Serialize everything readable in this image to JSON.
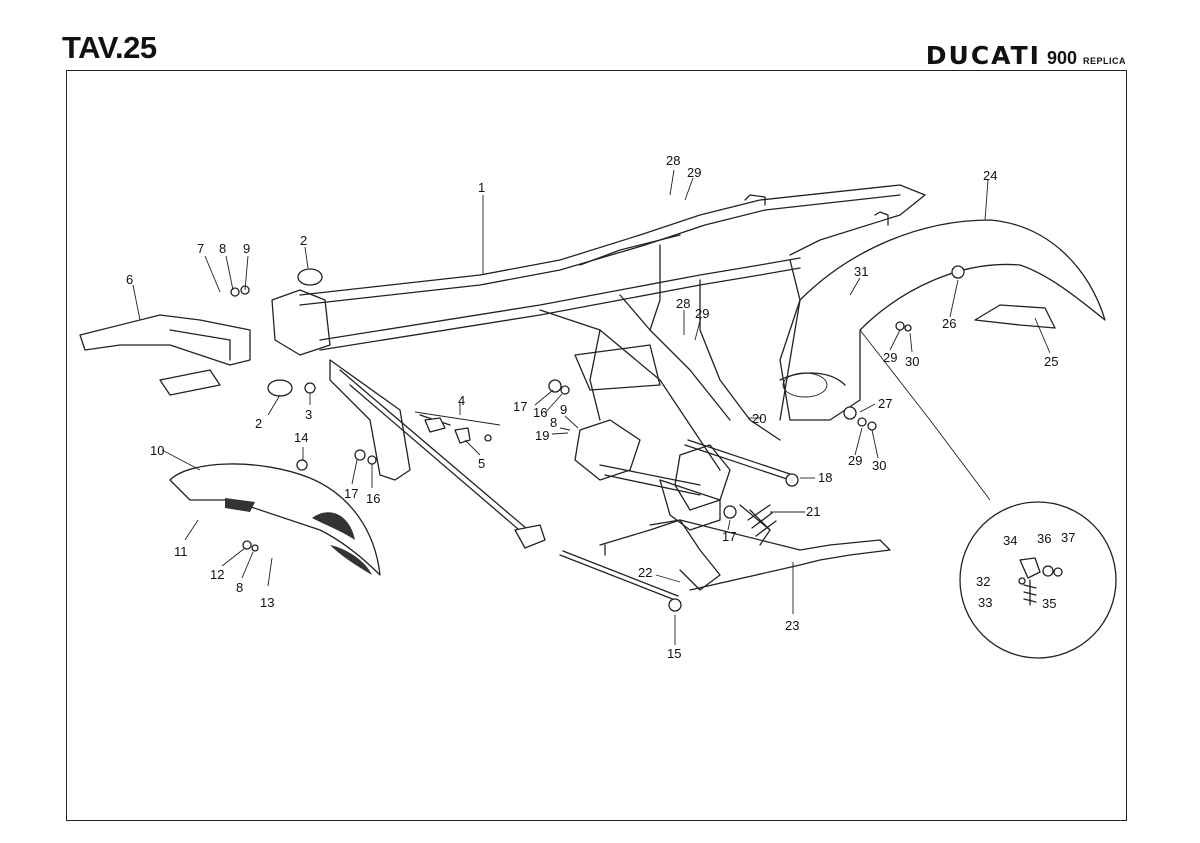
{
  "header": {
    "plate": "TAV.25",
    "brand": "DUCATI",
    "model": "900",
    "model_suffix": "REPLICA"
  },
  "callouts": [
    "1",
    "2",
    "2",
    "3",
    "4",
    "5",
    "6",
    "7",
    "8",
    "9",
    "10",
    "11",
    "12",
    "8",
    "13",
    "14",
    "17",
    "16",
    "28",
    "29",
    "28",
    "29",
    "17",
    "16",
    "9",
    "8",
    "19",
    "15",
    "18",
    "17",
    "21",
    "22",
    "23",
    "20",
    "24",
    "31",
    "26",
    "29",
    "30",
    "25",
    "27",
    "29",
    "30",
    "34",
    "36",
    "37",
    "32",
    "33",
    "35"
  ]
}
